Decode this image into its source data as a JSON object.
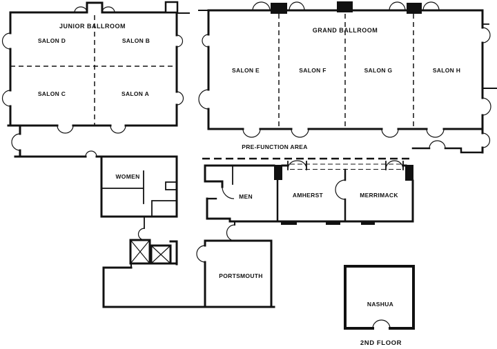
{
  "floor_plan": {
    "floor_label": "2ND FLOOR",
    "junior_ballroom": {
      "label": "JUNIOR BALLROOM",
      "salon_d": "SALON D",
      "salon_b": "SALON B",
      "salon_c": "SALON C",
      "salon_a": "SALON A"
    },
    "grand_ballroom": {
      "label": "GRAND BALLROOM",
      "salon_e": "SALON E",
      "salon_f": "SALON F",
      "salon_g": "SALON G",
      "salon_h": "SALON H"
    },
    "prefunction_label": "PRE-FUNCTION AREA",
    "rooms": {
      "women": "WOMEN",
      "men": "MEN",
      "amherst": "AMHERST",
      "merrimack": "MERRIMACK",
      "portsmouth": "PORTSMOUTH",
      "nashua": "NASHUA"
    },
    "colors": {
      "wall": "#111111",
      "background": "#ffffff"
    }
  }
}
